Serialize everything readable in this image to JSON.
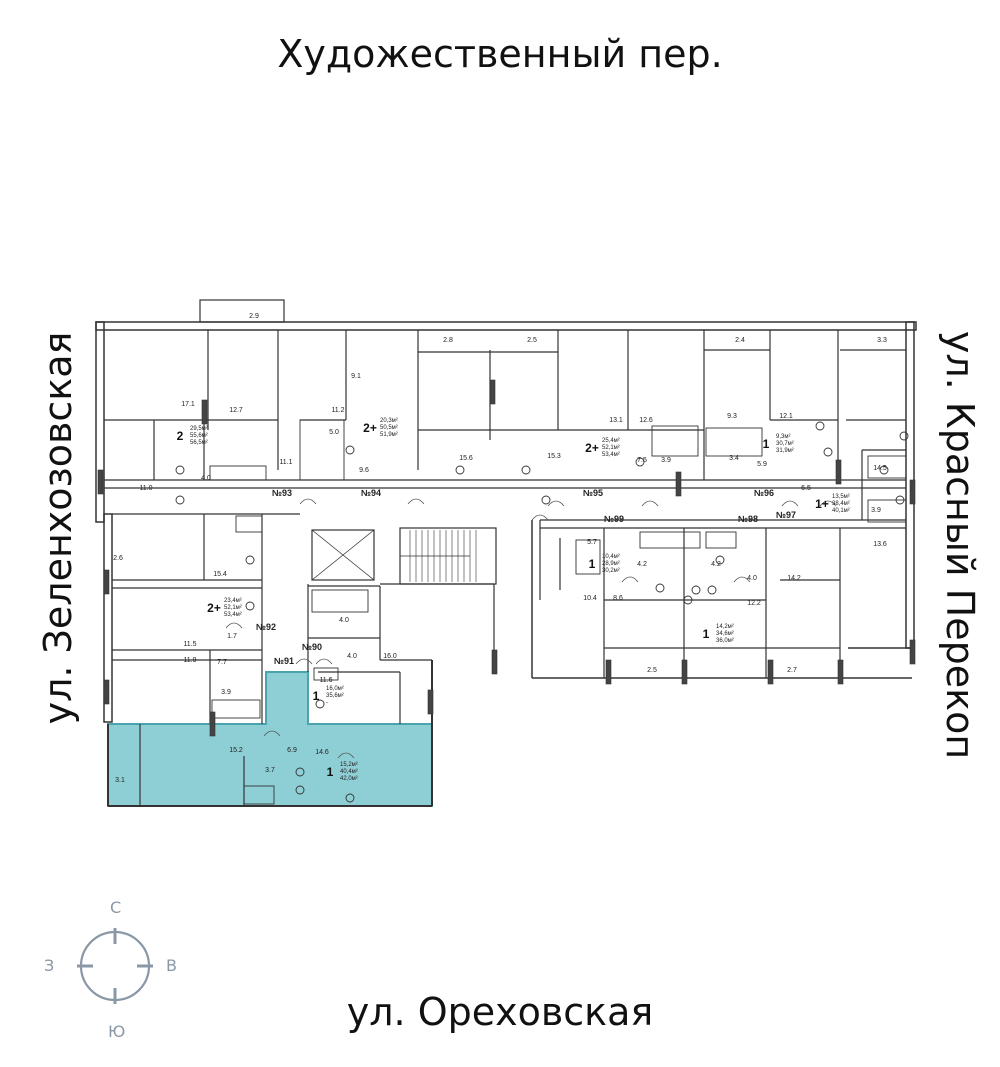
{
  "streets": {
    "top": "Художественный пер.",
    "bottom": "ул. Ореховская",
    "left": "ул. Зеленхозовская",
    "right": "ул. Красный Перекоп"
  },
  "colors": {
    "wall": "#333333",
    "highlight_fill": "#8ecfd6",
    "highlight_stroke": "#4aa4ad",
    "compass": "#8a97a6"
  },
  "compass": {
    "north": "С",
    "south": "Ю",
    "west": "З",
    "east": "В"
  },
  "sections": [
    "№90",
    "№91",
    "№92",
    "№93",
    "№94",
    "№95",
    "№96",
    "№97",
    "№98",
    "№99"
  ],
  "apartments": [
    {
      "id": "apt-a",
      "rooms": "2",
      "living": "29,5м²",
      "total": "55,6м²",
      "total2": "56,5м²"
    },
    {
      "id": "apt-b",
      "rooms": "2+",
      "living": "20,3м²",
      "total": "50,5м²",
      "total2": "51,9м²"
    },
    {
      "id": "apt-c",
      "rooms": "2+",
      "living": "25,4м²",
      "total": "52,1м²",
      "total2": "53,4м²"
    },
    {
      "id": "apt-d",
      "rooms": "1",
      "living": "9,3м²",
      "total": "30,7м²",
      "total2": "31,9м²"
    },
    {
      "id": "apt-e",
      "rooms": "1+",
      "living": "13,5м²",
      "total": "38,4м²",
      "total2": "40,1м²"
    },
    {
      "id": "apt-f",
      "rooms": "2+",
      "living": "23,4м²",
      "total": "52,1м²",
      "total2": "53,4м²"
    },
    {
      "id": "apt-g",
      "rooms": "1",
      "living": "10,4м²",
      "total": "28,9м²",
      "total2": "30,2м²"
    },
    {
      "id": "apt-h",
      "rooms": "1",
      "living": "14,2м²",
      "total": "34,6м²",
      "total2": "36,0м²"
    },
    {
      "id": "apt-i",
      "rooms": "1",
      "living": "16,0м²",
      "total": "35,6м²",
      "total2": "-"
    },
    {
      "id": "apt-j",
      "rooms": "1",
      "living": "15,2м²",
      "total": "40,4м²",
      "total2": "42,0м²",
      "highlighted": true
    }
  ],
  "room_areas": [
    "2.9",
    "17.1",
    "12.7",
    "9.1",
    "11.2",
    "5.0",
    "11.1",
    "9.6",
    "2.8",
    "2.5",
    "15.6",
    "15.3",
    "13.1",
    "12.6",
    "7.5",
    "3.9",
    "2.4",
    "9.3",
    "12.1",
    "3.4",
    "5.9",
    "3.3",
    "14.5",
    "6.5",
    "3.9",
    "13.6",
    "11.0",
    "4.0",
    "2.6",
    "15.4",
    "11.5",
    "1.7",
    "7.7",
    "11.9",
    "3.9",
    "4.0",
    "4.0",
    "16.0",
    "11.6",
    "5.7",
    "4.2",
    "4.2",
    "8.6",
    "10.4",
    "4.0",
    "12.2",
    "14.2",
    "2.5",
    "2.7",
    "15.2",
    "6.9",
    "14.6",
    "3.7",
    "3.1"
  ]
}
